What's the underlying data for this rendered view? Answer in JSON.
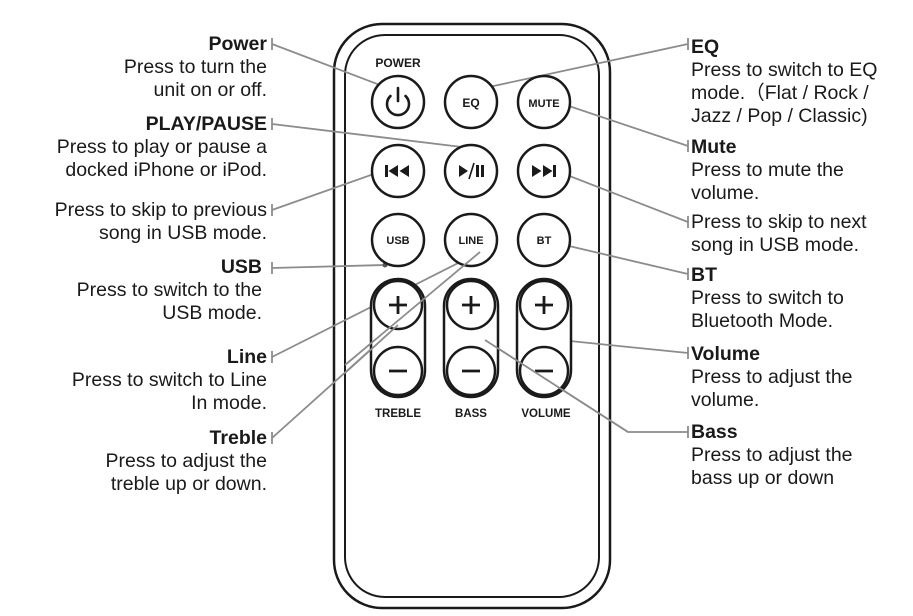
{
  "remote": {
    "labels": {
      "power": "POWER",
      "eq": "EQ",
      "mute": "MUTE",
      "usb": "USB",
      "line": "LINE",
      "bt": "BT",
      "treble": "TREBLE",
      "bass": "BASS",
      "volume": "VOLUME"
    }
  },
  "annotations": {
    "power": {
      "title": "Power",
      "desc": [
        "Press to turn the",
        "unit on or off."
      ]
    },
    "play_pause": {
      "title": "PLAY/PAUSE",
      "desc": [
        "Press to play or pause a",
        "docked iPhone or iPod."
      ]
    },
    "previous": {
      "title": "",
      "desc": [
        "Press to skip to previous",
        "song in USB mode."
      ]
    },
    "usb": {
      "title": "USB",
      "desc": [
        "Press to switch to the",
        "USB mode."
      ]
    },
    "line": {
      "title": "Line",
      "desc": [
        "Press to switch to Line",
        "In mode."
      ]
    },
    "treble": {
      "title": "Treble",
      "desc": [
        "Press to adjust the",
        "treble up or down."
      ]
    },
    "eq": {
      "title": "EQ",
      "desc": [
        "Press to switch to EQ",
        "mode.（Flat / Rock /",
        "Jazz / Pop / Classic)"
      ]
    },
    "mute": {
      "title": "Mute",
      "desc": [
        "Press to mute the",
        "volume."
      ]
    },
    "next": {
      "title": "",
      "desc": [
        "Press to skip to next",
        "song in USB mode."
      ]
    },
    "bt": {
      "title": "BT",
      "desc": [
        "Press to switch to",
        "Bluetooth Mode."
      ]
    },
    "volume": {
      "title": "Volume",
      "desc": [
        "Press to adjust the",
        "volume."
      ]
    },
    "bass": {
      "title": "Bass",
      "desc": [
        "Press to adjust the",
        "bass up or down"
      ]
    }
  },
  "colors": {
    "outline": "#1a1a1a",
    "leader": "#8c8c8c"
  }
}
